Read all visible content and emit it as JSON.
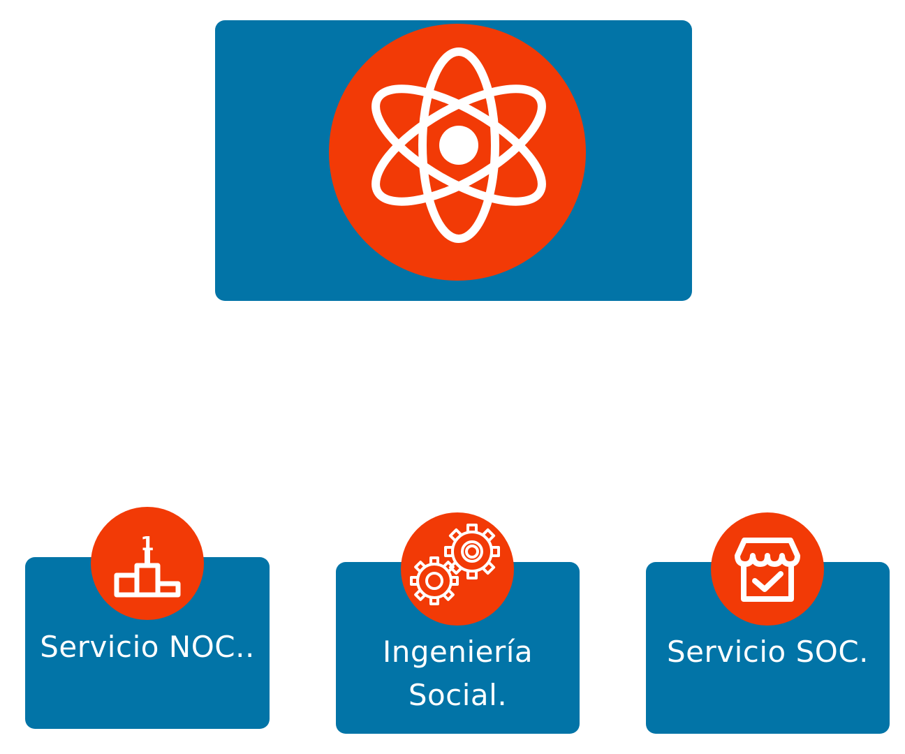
{
  "colors": {
    "box": "#0274a7",
    "circle": "#f23a06",
    "icon": "#ffffff",
    "text": "#ffffff"
  },
  "top": {
    "icon": "atom-icon"
  },
  "nodes": [
    {
      "label": "Servicio NOC..",
      "icon": "podium-icon"
    },
    {
      "label": "Ingeniería\nSocial.",
      "icon": "gears-icon"
    },
    {
      "label": "Servicio SOC.",
      "icon": "store-check-icon"
    }
  ]
}
